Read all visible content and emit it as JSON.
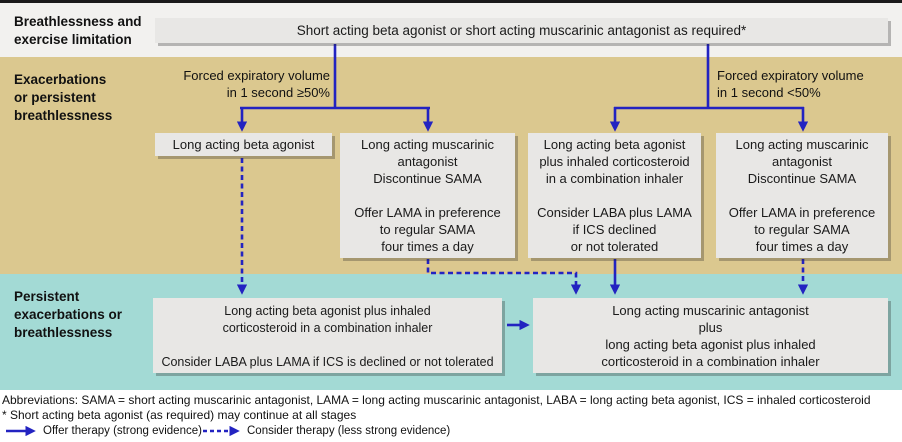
{
  "figure": {
    "type": "clinical-pathway-flowchart",
    "subject": "COPD inhaled therapy step-up pathway"
  },
  "colors": {
    "top_rule": "#1a1a1a",
    "band_top": "#f2f1ef",
    "band_middle_tan": "#dbc88f",
    "band_bottom_cyan": "#a3dad5",
    "box_fill": "#e8e7e5",
    "arrow_blue": "#2323c1",
    "text": "#1a1a1a"
  },
  "row_labels": {
    "top": "Breathlessness and\nexercise limitation",
    "middle": "Exacerbations\nor persistent\nbreathlessness",
    "bottom": "Persistent\nexacerbations or\nbreathlessness"
  },
  "branch_labels": {
    "fev_ge_50": "Forced expiratory volume\nin 1 second ≥50%",
    "fev_lt_50": "Forced expiratory volume\nin 1 second <50%"
  },
  "boxes": {
    "short_acting": "Short acting beta agonist or short acting muscarinic antagonist as required*",
    "laba": "Long acting beta agonist",
    "lama_ge50": "Long acting muscarinic\nantagonist\nDiscontinue SAMA\n\nOffer LAMA in preference\nto regular SAMA\nfour times a day",
    "laba_ics": "Long acting beta agonist\nplus inhaled corticosteroid\nin a combination inhaler\n\nConsider LABA plus LAMA\nif ICS declined\nor not tolerated",
    "lama_lt50": "Long acting muscarinic\nantagonist\nDiscontinue SAMA\n\nOffer LAMA in preference\nto regular SAMA\nfour times a day",
    "laba_ics_combination": "Long acting beta agonist plus inhaled\ncorticosteroid in a combination inhaler\n\nConsider LABA plus LAMA if ICS is declined or not tolerated",
    "triple_therapy": "Long acting muscarinic antagonist\nplus\nlong acting beta agonist plus inhaled\ncorticosteroid in a combination inhaler"
  },
  "footer": {
    "abbreviations": "Abbreviations: SAMA = short acting muscarinic antagonist, LAMA = long acting muscarinic antagonist, LABA = long acting beta agonist, ICS = inhaled corticosteroid",
    "footnote": "* Short acting beta agonist (as required) may continue at all stages",
    "legend": [
      {
        "style": "solid-arrow",
        "label": "Offer therapy (strong evidence)"
      },
      {
        "style": "dashed-arrow",
        "label": "Consider therapy (less strong evidence)"
      }
    ]
  }
}
